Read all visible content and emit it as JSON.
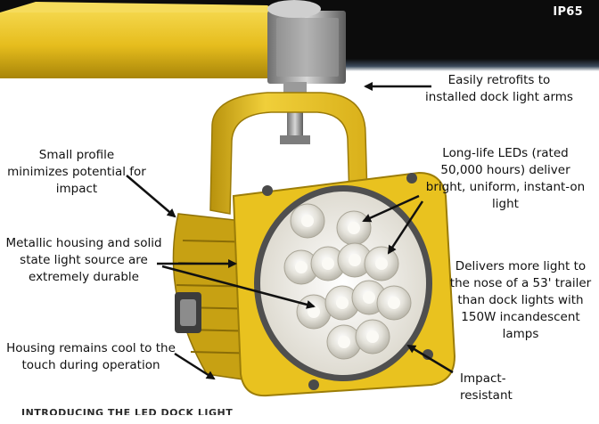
{
  "badge": "IP65",
  "callouts": {
    "retrofit": "Easily retrofits to installed dock light arms",
    "profile": "Small profile minimizes potential for impact",
    "leds": "Long-life LEDs (rated 50,000 hours) deliver bright, uniform, instant-on light",
    "housing": "Metallic housing and solid state light source are extremely durable",
    "delivers": "Delivers more light to the nose of a 53' trailer than dock lights with 150W incandescent lamps",
    "cool": "Housing remains cool to the touch during operation",
    "impact": "Impact-resistant"
  },
  "footer_cut": "INTRODUCING THE LED DOCK LIGHT",
  "colors": {
    "housing_yellow": "#e9c21f",
    "housing_dark": "#b38f0c",
    "background_black": "#0c0c0c",
    "lens_white": "#f3f1ea",
    "arrow": "#111111"
  }
}
